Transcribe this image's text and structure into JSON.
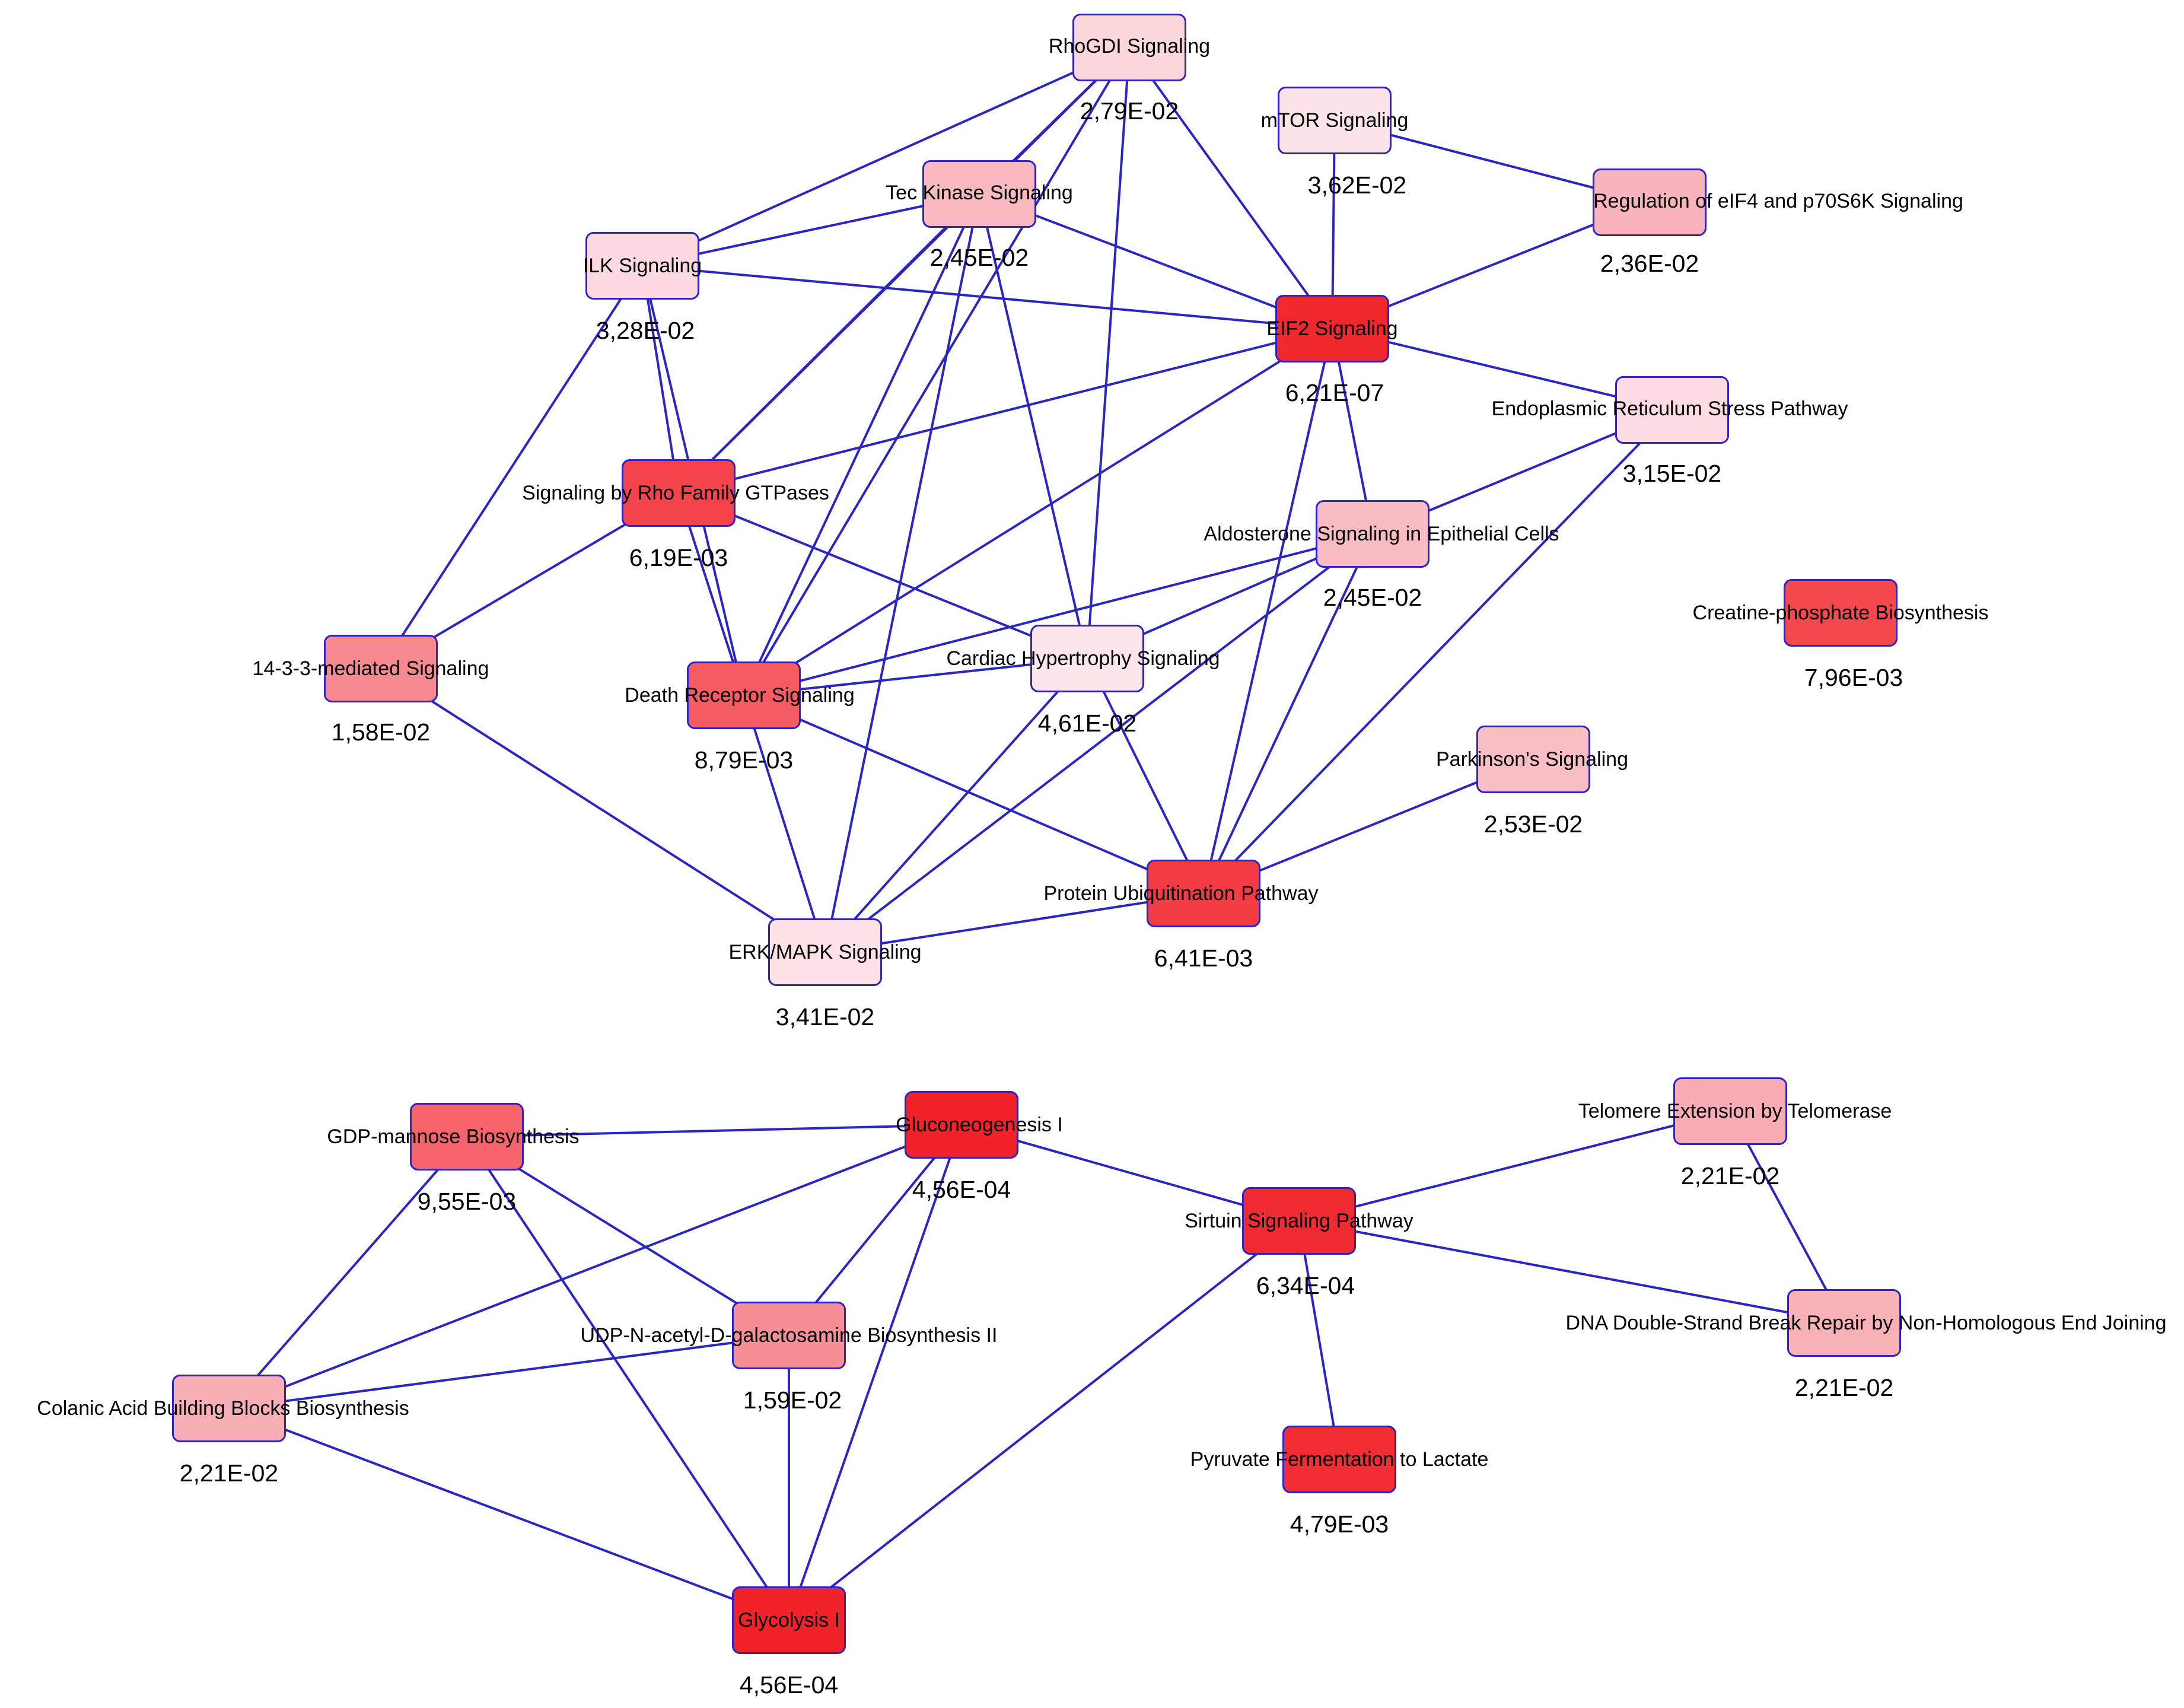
{
  "nodes": [
    {
      "id": "rhogdi",
      "label": "RhoGDI Signaling",
      "pvalue": "2,79E-02",
      "color": "#fbd6da"
    },
    {
      "id": "mtor",
      "label": "mTOR Signaling",
      "pvalue": "3,62E-02",
      "color": "#fde4e7"
    },
    {
      "id": "tec",
      "label": "Tec Kinase Signaling",
      "pvalue": "2,45E-02",
      "color": "#f9b9bf"
    },
    {
      "id": "eif4",
      "label": "Regulation of eIF4 and p70S6K Signaling",
      "pvalue": "2,36E-02",
      "color": "#f8b4ba"
    },
    {
      "id": "ilk",
      "label": "ILK Signaling",
      "pvalue": "3,28E-02",
      "color": "#fcdadf"
    },
    {
      "id": "eif2",
      "label": "EIF2 Signaling",
      "pvalue": "6,21E-07",
      "color": "#f0282d"
    },
    {
      "id": "er",
      "label": "Endoplasmic Reticulum Stress Pathway",
      "pvalue": "3,15E-02",
      "color": "#fcdce1"
    },
    {
      "id": "rho",
      "label": "Signaling by Rho Family GTPases",
      "pvalue": "6,19E-03",
      "color": "#f2444a"
    },
    {
      "id": "aldo",
      "label": "Aldosterone Signaling in Epithelial Cells",
      "pvalue": "2,45E-02",
      "color": "#f9bcc2"
    },
    {
      "id": "creatine",
      "label": "Creatine-phosphate Biosynthesis",
      "pvalue": "7,96E-03",
      "color": "#f2484e"
    },
    {
      "id": "p1433",
      "label": "14-3-3-mediated Signaling",
      "pvalue": "1,58E-02",
      "color": "#f68a90"
    },
    {
      "id": "death",
      "label": "Death Receptor Signaling",
      "pvalue": "8,79E-03",
      "color": "#f45c62"
    },
    {
      "id": "cardiac",
      "label": "Cardiac Hypertrophy Signaling",
      "pvalue": "4,61E-02",
      "color": "#fde6e9"
    },
    {
      "id": "parkinson",
      "label": "Parkinson's Signaling",
      "pvalue": "2,53E-02",
      "color": "#f9bec4"
    },
    {
      "id": "ubiq",
      "label": "Protein Ubiquitination Pathway",
      "pvalue": "6,41E-03",
      "color": "#f23c42"
    },
    {
      "id": "erk",
      "label": "ERK/MAPK Signaling",
      "pvalue": "3,41E-02",
      "color": "#fde1e5"
    },
    {
      "id": "gdp",
      "label": "GDP-mannose Biosynthesis",
      "pvalue": "9,55E-03",
      "color": "#f4646a"
    },
    {
      "id": "gluco",
      "label": "Gluconeogenesis I",
      "pvalue": "4,56E-04",
      "color": "#ef2329"
    },
    {
      "id": "telomere",
      "label": "Telomere Extension by Telomerase",
      "pvalue": "2,21E-02",
      "color": "#f8adb4"
    },
    {
      "id": "sirtuin",
      "label": "Sirtuin Signaling Pathway",
      "pvalue": "6,34E-04",
      "color": "#ef2a30"
    },
    {
      "id": "udp",
      "label": "UDP-N-acetyl-D-galactosamine Biosynthesis II",
      "pvalue": "1,59E-02",
      "color": "#f58f95"
    },
    {
      "id": "dna",
      "label": "DNA Double-Strand Break Repair by Non-Homologous End Joining",
      "pvalue": "2,21E-02",
      "color": "#f8b1b7"
    },
    {
      "id": "colanic",
      "label": "Colanic Acid Building Blocks Biosynthesis",
      "pvalue": "2,21E-02",
      "color": "#f8aeb5"
    },
    {
      "id": "pyruvate",
      "label": "Pyruvate Fermentation to Lactate",
      "pvalue": "4,79E-03",
      "color": "#ef2d33"
    },
    {
      "id": "glycolysis",
      "label": "Glycolysis I",
      "pvalue": "4,56E-04",
      "color": "#ef2329"
    }
  ],
  "edges": [
    [
      "rhogdi",
      "ilk"
    ],
    [
      "rhogdi",
      "tec"
    ],
    [
      "rhogdi",
      "rho"
    ],
    [
      "rhogdi",
      "death"
    ],
    [
      "rhogdi",
      "cardiac"
    ],
    [
      "rhogdi",
      "eif2"
    ],
    [
      "mtor",
      "eif2"
    ],
    [
      "mtor",
      "eif4"
    ],
    [
      "eif4",
      "eif2"
    ],
    [
      "tec",
      "ilk"
    ],
    [
      "tec",
      "eif2"
    ],
    [
      "tec",
      "rho"
    ],
    [
      "tec",
      "death"
    ],
    [
      "tec",
      "erk"
    ],
    [
      "tec",
      "cardiac"
    ],
    [
      "ilk",
      "eif2"
    ],
    [
      "ilk",
      "rho"
    ],
    [
      "ilk",
      "death"
    ],
    [
      "ilk",
      "p1433"
    ],
    [
      "eif2",
      "er"
    ],
    [
      "eif2",
      "rho"
    ],
    [
      "eif2",
      "death"
    ],
    [
      "eif2",
      "aldo"
    ],
    [
      "eif2",
      "ubiq"
    ],
    [
      "er",
      "aldo"
    ],
    [
      "er",
      "ubiq"
    ],
    [
      "rho",
      "p1433"
    ],
    [
      "rho",
      "death"
    ],
    [
      "rho",
      "cardiac"
    ],
    [
      "aldo",
      "death"
    ],
    [
      "aldo",
      "cardiac"
    ],
    [
      "aldo",
      "ubiq"
    ],
    [
      "aldo",
      "erk"
    ],
    [
      "p1433",
      "erk"
    ],
    [
      "death",
      "cardiac"
    ],
    [
      "death",
      "ubiq"
    ],
    [
      "death",
      "erk"
    ],
    [
      "cardiac",
      "ubiq"
    ],
    [
      "cardiac",
      "erk"
    ],
    [
      "parkinson",
      "ubiq"
    ],
    [
      "ubiq",
      "erk"
    ],
    [
      "gdp",
      "gluco"
    ],
    [
      "gdp",
      "colanic"
    ],
    [
      "gdp",
      "udp"
    ],
    [
      "gdp",
      "glycolysis"
    ],
    [
      "gluco",
      "sirtuin"
    ],
    [
      "gluco",
      "colanic"
    ],
    [
      "gluco",
      "udp"
    ],
    [
      "gluco",
      "glycolysis"
    ],
    [
      "telomere",
      "sirtuin"
    ],
    [
      "telomere",
      "dna"
    ],
    [
      "sirtuin",
      "dna"
    ],
    [
      "sirtuin",
      "pyruvate"
    ],
    [
      "sirtuin",
      "glycolysis"
    ],
    [
      "udp",
      "colanic"
    ],
    [
      "udp",
      "glycolysis"
    ],
    [
      "colanic",
      "glycolysis"
    ]
  ],
  "colors": {
    "edge": "#2a26c2",
    "node_border": "#2f22c6"
  }
}
